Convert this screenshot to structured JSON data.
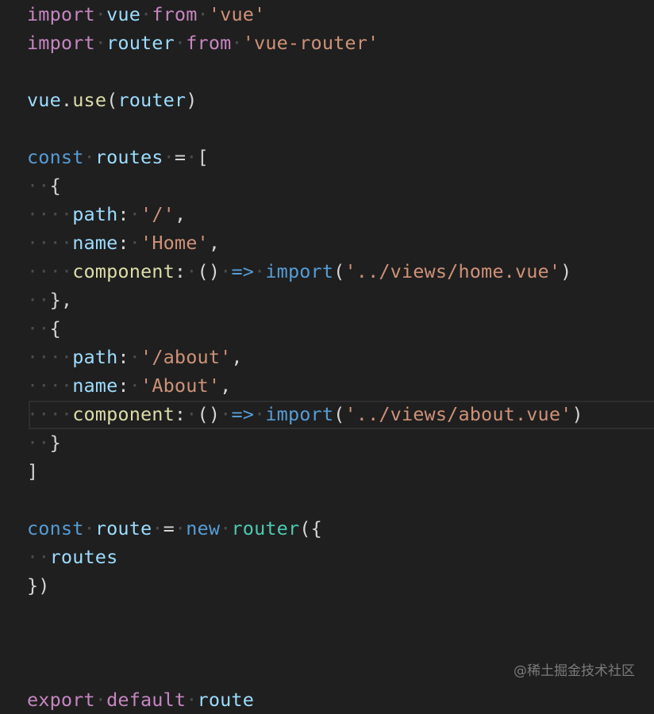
{
  "colors": {
    "background": "#1f1f1f",
    "keyword_purple": "#c586c0",
    "keyword_blue": "#569cd6",
    "variable": "#9cdcfe",
    "function": "#dcdcaa",
    "class": "#4ec9b0",
    "string": "#ce9178",
    "punctuation": "#d4d4d4",
    "whitespace_marker": "#4b4b4b"
  },
  "code_lines": [
    [
      {
        "t": "import",
        "c": "kw-purple"
      },
      {
        "t": " ",
        "c": "ws"
      },
      {
        "t": "vue",
        "c": "var"
      },
      {
        "t": " ",
        "c": "ws"
      },
      {
        "t": "from",
        "c": "kw-purple"
      },
      {
        "t": " ",
        "c": "ws"
      },
      {
        "t": "'vue'",
        "c": "str"
      }
    ],
    [
      {
        "t": "import",
        "c": "kw-purple"
      },
      {
        "t": " ",
        "c": "ws"
      },
      {
        "t": "router",
        "c": "var"
      },
      {
        "t": " ",
        "c": "ws"
      },
      {
        "t": "from",
        "c": "kw-purple"
      },
      {
        "t": " ",
        "c": "ws"
      },
      {
        "t": "'vue-router'",
        "c": "str"
      }
    ],
    [],
    [
      {
        "t": "vue",
        "c": "var"
      },
      {
        "t": ".",
        "c": "punc"
      },
      {
        "t": "use",
        "c": "fn"
      },
      {
        "t": "(",
        "c": "punc"
      },
      {
        "t": "router",
        "c": "var"
      },
      {
        "t": ")",
        "c": "punc"
      }
    ],
    [],
    [
      {
        "t": "const",
        "c": "kw-blue"
      },
      {
        "t": " ",
        "c": "ws"
      },
      {
        "t": "routes",
        "c": "var"
      },
      {
        "t": " ",
        "c": "ws"
      },
      {
        "t": "=",
        "c": "punc"
      },
      {
        "t": " ",
        "c": "ws"
      },
      {
        "t": "[",
        "c": "punc"
      }
    ],
    [
      {
        "t": "  ",
        "c": "ws"
      },
      {
        "t": "{",
        "c": "punc"
      }
    ],
    [
      {
        "t": "    ",
        "c": "ws"
      },
      {
        "t": "path",
        "c": "var"
      },
      {
        "t": ":",
        "c": "punc"
      },
      {
        "t": " ",
        "c": "ws"
      },
      {
        "t": "'/'",
        "c": "str"
      },
      {
        "t": ",",
        "c": "punc"
      }
    ],
    [
      {
        "t": "    ",
        "c": "ws"
      },
      {
        "t": "name",
        "c": "var"
      },
      {
        "t": ":",
        "c": "punc"
      },
      {
        "t": " ",
        "c": "ws"
      },
      {
        "t": "'Home'",
        "c": "str"
      },
      {
        "t": ",",
        "c": "punc"
      }
    ],
    [
      {
        "t": "    ",
        "c": "ws"
      },
      {
        "t": "component",
        "c": "fn"
      },
      {
        "t": ":",
        "c": "punc"
      },
      {
        "t": " ",
        "c": "ws"
      },
      {
        "t": "()",
        "c": "punc"
      },
      {
        "t": " ",
        "c": "ws"
      },
      {
        "t": "=>",
        "c": "kw-blue"
      },
      {
        "t": " ",
        "c": "ws"
      },
      {
        "t": "import",
        "c": "kw-blue"
      },
      {
        "t": "(",
        "c": "punc"
      },
      {
        "t": "'../views/home.vue'",
        "c": "str"
      },
      {
        "t": ")",
        "c": "punc"
      }
    ],
    [
      {
        "t": "  ",
        "c": "ws"
      },
      {
        "t": "},",
        "c": "punc"
      }
    ],
    [
      {
        "t": "  ",
        "c": "ws"
      },
      {
        "t": "{",
        "c": "punc"
      }
    ],
    [
      {
        "t": "    ",
        "c": "ws"
      },
      {
        "t": "path",
        "c": "var"
      },
      {
        "t": ":",
        "c": "punc"
      },
      {
        "t": " ",
        "c": "ws"
      },
      {
        "t": "'/about'",
        "c": "str"
      },
      {
        "t": ",",
        "c": "punc"
      }
    ],
    [
      {
        "t": "    ",
        "c": "ws"
      },
      {
        "t": "name",
        "c": "var"
      },
      {
        "t": ":",
        "c": "punc"
      },
      {
        "t": " ",
        "c": "ws"
      },
      {
        "t": "'About'",
        "c": "str"
      },
      {
        "t": ",",
        "c": "punc"
      }
    ],
    [
      {
        "t": "    ",
        "c": "ws"
      },
      {
        "t": "component",
        "c": "fn"
      },
      {
        "t": ":",
        "c": "punc"
      },
      {
        "t": " ",
        "c": "ws"
      },
      {
        "t": "()",
        "c": "punc"
      },
      {
        "t": " ",
        "c": "ws"
      },
      {
        "t": "=>",
        "c": "kw-blue"
      },
      {
        "t": " ",
        "c": "ws"
      },
      {
        "t": "import",
        "c": "kw-blue"
      },
      {
        "t": "(",
        "c": "punc"
      },
      {
        "t": "'../views/about.vue'",
        "c": "str"
      },
      {
        "t": ")",
        "c": "punc"
      }
    ],
    [
      {
        "t": "  ",
        "c": "ws"
      },
      {
        "t": "}",
        "c": "punc"
      }
    ],
    [
      {
        "t": "]",
        "c": "punc"
      }
    ],
    [],
    [
      {
        "t": "const",
        "c": "kw-blue"
      },
      {
        "t": " ",
        "c": "ws"
      },
      {
        "t": "route",
        "c": "var"
      },
      {
        "t": " ",
        "c": "ws"
      },
      {
        "t": "=",
        "c": "punc"
      },
      {
        "t": " ",
        "c": "ws"
      },
      {
        "t": "new",
        "c": "kw-blue"
      },
      {
        "t": " ",
        "c": "ws"
      },
      {
        "t": "router",
        "c": "cls"
      },
      {
        "t": "({",
        "c": "punc"
      }
    ],
    [
      {
        "t": "  ",
        "c": "ws"
      },
      {
        "t": "routes",
        "c": "var"
      }
    ],
    [
      {
        "t": "})",
        "c": "punc"
      }
    ],
    [],
    [],
    [],
    [
      {
        "t": "export",
        "c": "kw-purple"
      },
      {
        "t": " ",
        "c": "ws"
      },
      {
        "t": "default",
        "c": "kw-purple"
      },
      {
        "t": " ",
        "c": "ws"
      },
      {
        "t": "route",
        "c": "var"
      }
    ]
  ],
  "watermark": "@稀土掘金技术社区"
}
